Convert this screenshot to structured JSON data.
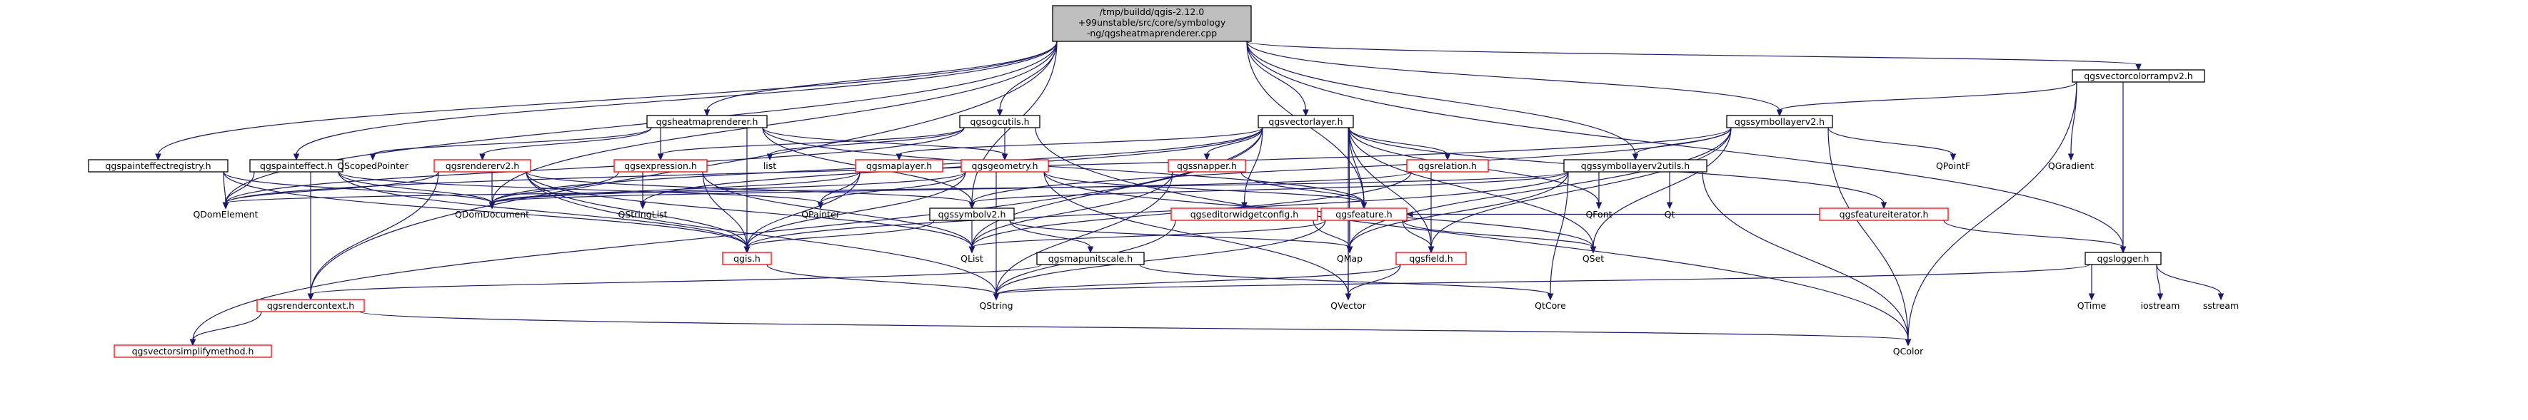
{
  "colors": {
    "edge": "#191970",
    "root_fill": "#bfbfbf",
    "root_border": "#000000",
    "documented_border": "#000000",
    "undocumented_border": "#ff0000",
    "box_fill": "#ffffff",
    "background": "#ffffff"
  },
  "nodes": [
    {
      "id": "root",
      "lines": [
        "/tmp/buildd/qgis-2.12.0",
        "+99unstable/src/core/symbology",
        "-ng/qgsheatmaprenderer.cpp"
      ],
      "style": "root"
    },
    {
      "id": "qgsvectorcolorrampv2",
      "lines": [
        "qgsvectorcolorrampv2.h"
      ],
      "style": "documented"
    },
    {
      "id": "qgsheatmaprenderer",
      "lines": [
        "qgsheatmaprenderer.h"
      ],
      "style": "documented"
    },
    {
      "id": "qgsogcutils",
      "lines": [
        "qgsogcutils.h"
      ],
      "style": "documented"
    },
    {
      "id": "qgsvectorlayer",
      "lines": [
        "qgsvectorlayer.h"
      ],
      "style": "documented"
    },
    {
      "id": "qgssymbollayerv2",
      "lines": [
        "qgssymbollayerv2.h"
      ],
      "style": "documented"
    },
    {
      "id": "qgspainteffectregistry",
      "lines": [
        "qgspainteffectregistry.h"
      ],
      "style": "documented"
    },
    {
      "id": "qgspainteffect",
      "lines": [
        "qgspainteffect.h"
      ],
      "style": "documented"
    },
    {
      "id": "qscopedpointer",
      "lines": [
        "QScopedPointer"
      ],
      "style": "plain"
    },
    {
      "id": "qgsrendererv2",
      "lines": [
        "qgsrendererv2.h"
      ],
      "style": "undocumented"
    },
    {
      "id": "qgsexpression",
      "lines": [
        "qgsexpression.h"
      ],
      "style": "undocumented"
    },
    {
      "id": "list",
      "lines": [
        "list"
      ],
      "style": "plain"
    },
    {
      "id": "qgsgeometry",
      "lines": [
        "qgsgeometry.h"
      ],
      "style": "undocumented"
    },
    {
      "id": "qgsmaplayer",
      "lines": [
        "qgsmaplayer.h"
      ],
      "style": "undocumented"
    },
    {
      "id": "qgssnapper",
      "lines": [
        "qgssnapper.h"
      ],
      "style": "undocumented"
    },
    {
      "id": "qgsrelation",
      "lines": [
        "qgsrelation.h"
      ],
      "style": "undocumented"
    },
    {
      "id": "qgssymbollayerv2utils",
      "lines": [
        "qgssymbollayerv2utils.h"
      ],
      "style": "documented"
    },
    {
      "id": "qpointf",
      "lines": [
        "QPointF"
      ],
      "style": "plain"
    },
    {
      "id": "qgradient",
      "lines": [
        "QGradient"
      ],
      "style": "plain"
    },
    {
      "id": "qdomelement",
      "lines": [
        "QDomElement"
      ],
      "style": "plain"
    },
    {
      "id": "qdomdocument",
      "lines": [
        "QDomDocument"
      ],
      "style": "plain"
    },
    {
      "id": "qstringlist",
      "lines": [
        "QStringList"
      ],
      "style": "plain"
    },
    {
      "id": "qpainter",
      "lines": [
        "QPainter"
      ],
      "style": "plain"
    },
    {
      "id": "qgssymbolv2",
      "lines": [
        "qgssymbolv2.h"
      ],
      "style": "documented"
    },
    {
      "id": "qgseditorwidgetconfig",
      "lines": [
        "qgseditorwidgetconfig.h"
      ],
      "style": "undocumented"
    },
    {
      "id": "qgsfeature",
      "lines": [
        "qgsfeature.h"
      ],
      "style": "undocumented"
    },
    {
      "id": "qfont",
      "lines": [
        "QFont"
      ],
      "style": "plain"
    },
    {
      "id": "qt",
      "lines": [
        "Qt"
      ],
      "style": "plain"
    },
    {
      "id": "qgsfeatureiterator",
      "lines": [
        "qgsfeatureiterator.h"
      ],
      "style": "undocumented"
    },
    {
      "id": "qgis",
      "lines": [
        "qgis.h"
      ],
      "style": "undocumented"
    },
    {
      "id": "qlist",
      "lines": [
        "QList"
      ],
      "style": "plain"
    },
    {
      "id": "qgsmapunitscale",
      "lines": [
        "qgsmapunitscale.h"
      ],
      "style": "documented"
    },
    {
      "id": "qmap",
      "lines": [
        "QMap"
      ],
      "style": "plain"
    },
    {
      "id": "qgsfield",
      "lines": [
        "qgsfield.h"
      ],
      "style": "undocumented"
    },
    {
      "id": "qset",
      "lines": [
        "QSet"
      ],
      "style": "plain"
    },
    {
      "id": "qgslogger",
      "lines": [
        "qgslogger.h"
      ],
      "style": "documented"
    },
    {
      "id": "qgsrendercontext",
      "lines": [
        "qgsrendercontext.h"
      ],
      "style": "undocumented"
    },
    {
      "id": "qstring",
      "lines": [
        "QString"
      ],
      "style": "plain"
    },
    {
      "id": "qvector",
      "lines": [
        "QVector"
      ],
      "style": "plain"
    },
    {
      "id": "qtcore",
      "lines": [
        "QtCore"
      ],
      "style": "plain"
    },
    {
      "id": "qtime",
      "lines": [
        "QTime"
      ],
      "style": "plain"
    },
    {
      "id": "iostream",
      "lines": [
        "iostream"
      ],
      "style": "plain"
    },
    {
      "id": "sstream",
      "lines": [
        "sstream"
      ],
      "style": "plain"
    },
    {
      "id": "qgsvectorsimplifymethod",
      "lines": [
        "qgsvectorsimplifymethod.h"
      ],
      "style": "undocumented"
    },
    {
      "id": "qcolor",
      "lines": [
        "QColor"
      ],
      "style": "plain"
    }
  ],
  "edges": [
    [
      "root",
      "qgsvectorcolorrampv2"
    ],
    [
      "root",
      "qgsheatmaprenderer"
    ],
    [
      "root",
      "qgsogcutils"
    ],
    [
      "root",
      "qgsvectorlayer"
    ],
    [
      "root",
      "qgssymbollayerv2"
    ],
    [
      "root",
      "qgspainteffectregistry"
    ],
    [
      "root",
      "qgspainteffect"
    ],
    [
      "root",
      "qgssymbollayerv2utils"
    ],
    [
      "root",
      "qgslogger"
    ],
    [
      "root",
      "qgsrendercontext"
    ],
    [
      "root",
      "qgsfeature"
    ],
    [
      "root",
      "qgssymbolv2"
    ],
    [
      "root",
      "qdomdocument"
    ],
    [
      "root",
      "qdomelement"
    ],
    [
      "qgsvectorcolorrampv2",
      "qgradient"
    ],
    [
      "qgsvectorcolorrampv2",
      "qcolor"
    ],
    [
      "qgsvectorcolorrampv2",
      "qgslogger"
    ],
    [
      "qgsvectorcolorrampv2",
      "qgssymbollayerv2"
    ],
    [
      "qgsheatmaprenderer",
      "qgsrendererv2"
    ],
    [
      "qgsheatmaprenderer",
      "qgsexpression"
    ],
    [
      "qgsheatmaprenderer",
      "qgsgeometry"
    ],
    [
      "qgsheatmaprenderer",
      "qgsfeature"
    ],
    [
      "qgsheatmaprenderer",
      "qgssymbolv2"
    ],
    [
      "qgsheatmaprenderer",
      "qgis"
    ],
    [
      "qgsheatmaprenderer",
      "qscopedpointer"
    ],
    [
      "qgsogcutils",
      "list"
    ],
    [
      "qgsogcutils",
      "qgsexpression"
    ],
    [
      "qgsogcutils",
      "qgsgeometry"
    ],
    [
      "qgsogcutils",
      "qdomelement"
    ],
    [
      "qgsogcutils",
      "qcolor"
    ],
    [
      "qgsvectorlayer",
      "qgsmaplayer"
    ],
    [
      "qgsvectorlayer",
      "qgssnapper"
    ],
    [
      "qgsvectorlayer",
      "qgsfeature"
    ],
    [
      "qgsvectorlayer",
      "qgsrelation"
    ],
    [
      "qgsvectorlayer",
      "qgseditorwidgetconfig"
    ],
    [
      "qgsvectorlayer",
      "qgsfeatureiterator"
    ],
    [
      "qgsvectorlayer",
      "qgsvectorsimplifymethod"
    ],
    [
      "qgsvectorlayer",
      "qset"
    ],
    [
      "qgsvectorlayer",
      "qlist"
    ],
    [
      "qgsvectorlayer",
      "qmap"
    ],
    [
      "qgsvectorlayer",
      "qfont"
    ],
    [
      "qgsvectorlayer",
      "qstringlist"
    ],
    [
      "qgsvectorlayer",
      "qgsfield"
    ],
    [
      "qgsvectorlayer",
      "qvector"
    ],
    [
      "qgsvectorlayer",
      "qdomdocument"
    ],
    [
      "qgssymbollayerv2",
      "qgssymbollayerv2utils"
    ],
    [
      "qgssymbollayerv2",
      "qgssymbolv2"
    ],
    [
      "qgssymbollayerv2",
      "qpointf"
    ],
    [
      "qgssymbollayerv2",
      "qcolor"
    ],
    [
      "qgssymbollayerv2",
      "qmap"
    ],
    [
      "qgssymbollayerv2",
      "qset"
    ],
    [
      "qgssymbollayerv2",
      "qgsfield"
    ],
    [
      "qgssymbollayerv2",
      "qdomelement"
    ],
    [
      "qgspainteffectregistry",
      "qgis"
    ],
    [
      "qgspainteffectregistry",
      "qdomelement"
    ],
    [
      "qgspainteffectregistry",
      "qdomdocument"
    ],
    [
      "qgspainteffect",
      "qgis"
    ],
    [
      "qgspainteffect",
      "qpainter"
    ],
    [
      "qgspainteffect",
      "qdomelement"
    ],
    [
      "qgspainteffect",
      "qgsrendercontext"
    ],
    [
      "qgspainteffect",
      "qdomdocument"
    ],
    [
      "qgsrendererv2",
      "qgis"
    ],
    [
      "qgsrendererv2",
      "qgsrendercontext"
    ],
    [
      "qgsrendererv2",
      "qdomdocument"
    ],
    [
      "qgsrendererv2",
      "qlist"
    ],
    [
      "qgsrendererv2",
      "qstring"
    ],
    [
      "qgsrendererv2",
      "qgssymbolv2"
    ],
    [
      "qgsrendererv2",
      "qdomelement"
    ],
    [
      "qgsexpression",
      "qstringlist"
    ],
    [
      "qgsexpression",
      "qgis"
    ],
    [
      "qgsexpression",
      "qdomdocument"
    ],
    [
      "qgsexpression",
      "qlist"
    ],
    [
      "qgsgeometry",
      "qgis"
    ],
    [
      "qgsgeometry",
      "qstring"
    ],
    [
      "qgsgeometry",
      "qvector"
    ],
    [
      "qgsgeometry",
      "qdomdocument"
    ],
    [
      "qgsgeometry",
      "qset"
    ],
    [
      "qgsgeometry",
      "qgsfeature"
    ],
    [
      "qgsgeometry",
      "qpainter"
    ],
    [
      "qgsmaplayer",
      "qgis"
    ],
    [
      "qgsmaplayer",
      "qpainter"
    ],
    [
      "qgsmaplayer",
      "qdomdocument"
    ],
    [
      "qgssnapper",
      "qgsfeature"
    ],
    [
      "qgssnapper",
      "qlist"
    ],
    [
      "qgssnapper",
      "qstring"
    ],
    [
      "qgsrelation",
      "qgsfield"
    ],
    [
      "qgsrelation",
      "qdomdocument"
    ],
    [
      "qgsrelation",
      "qlist"
    ],
    [
      "qgssymbollayerv2utils",
      "qfont"
    ],
    [
      "qgssymbollayerv2utils",
      "qt"
    ],
    [
      "qgssymbollayerv2utils",
      "qmap"
    ],
    [
      "qgssymbollayerv2utils",
      "qgssymbolv2"
    ],
    [
      "qgssymbollayerv2utils",
      "qcolor"
    ],
    [
      "qgssymbollayerv2utils",
      "qtcore"
    ],
    [
      "qgssymbollayerv2utils",
      "qdomelement"
    ],
    [
      "qgssymbollayerv2utils",
      "qgis"
    ],
    [
      "qgssymbolv2",
      "qgis"
    ],
    [
      "qgssymbolv2",
      "qlist"
    ],
    [
      "qgssymbolv2",
      "qmap"
    ],
    [
      "qgssymbolv2",
      "qgsmapunitscale"
    ],
    [
      "qgseditorwidgetconfig",
      "qmap"
    ],
    [
      "qgseditorwidgetconfig",
      "qstring"
    ],
    [
      "qgsfeature",
      "qmap"
    ],
    [
      "qgsfeature",
      "qstring"
    ],
    [
      "qgsfeature",
      "qvector"
    ],
    [
      "qgsfeature",
      "qlist"
    ],
    [
      "qgsfeature",
      "qset"
    ],
    [
      "qgsfeature",
      "qgsfield"
    ],
    [
      "qgsfeatureiterator",
      "qgslogger"
    ],
    [
      "qgsfeatureiterator",
      "qgsfeature"
    ],
    [
      "qgis",
      "qstring"
    ],
    [
      "qgsmapunitscale",
      "qtcore"
    ],
    [
      "qgsmapunitscale",
      "qgsrendercontext"
    ],
    [
      "qgsfield",
      "qstring"
    ],
    [
      "qgsfield",
      "qvector"
    ],
    [
      "qgslogger",
      "qstring"
    ],
    [
      "qgslogger",
      "qtime"
    ],
    [
      "qgslogger",
      "iostream"
    ],
    [
      "qgslogger",
      "sstream"
    ],
    [
      "qgsrendercontext",
      "qgsvectorsimplifymethod"
    ],
    [
      "qgsrendercontext",
      "qcolor"
    ]
  ]
}
